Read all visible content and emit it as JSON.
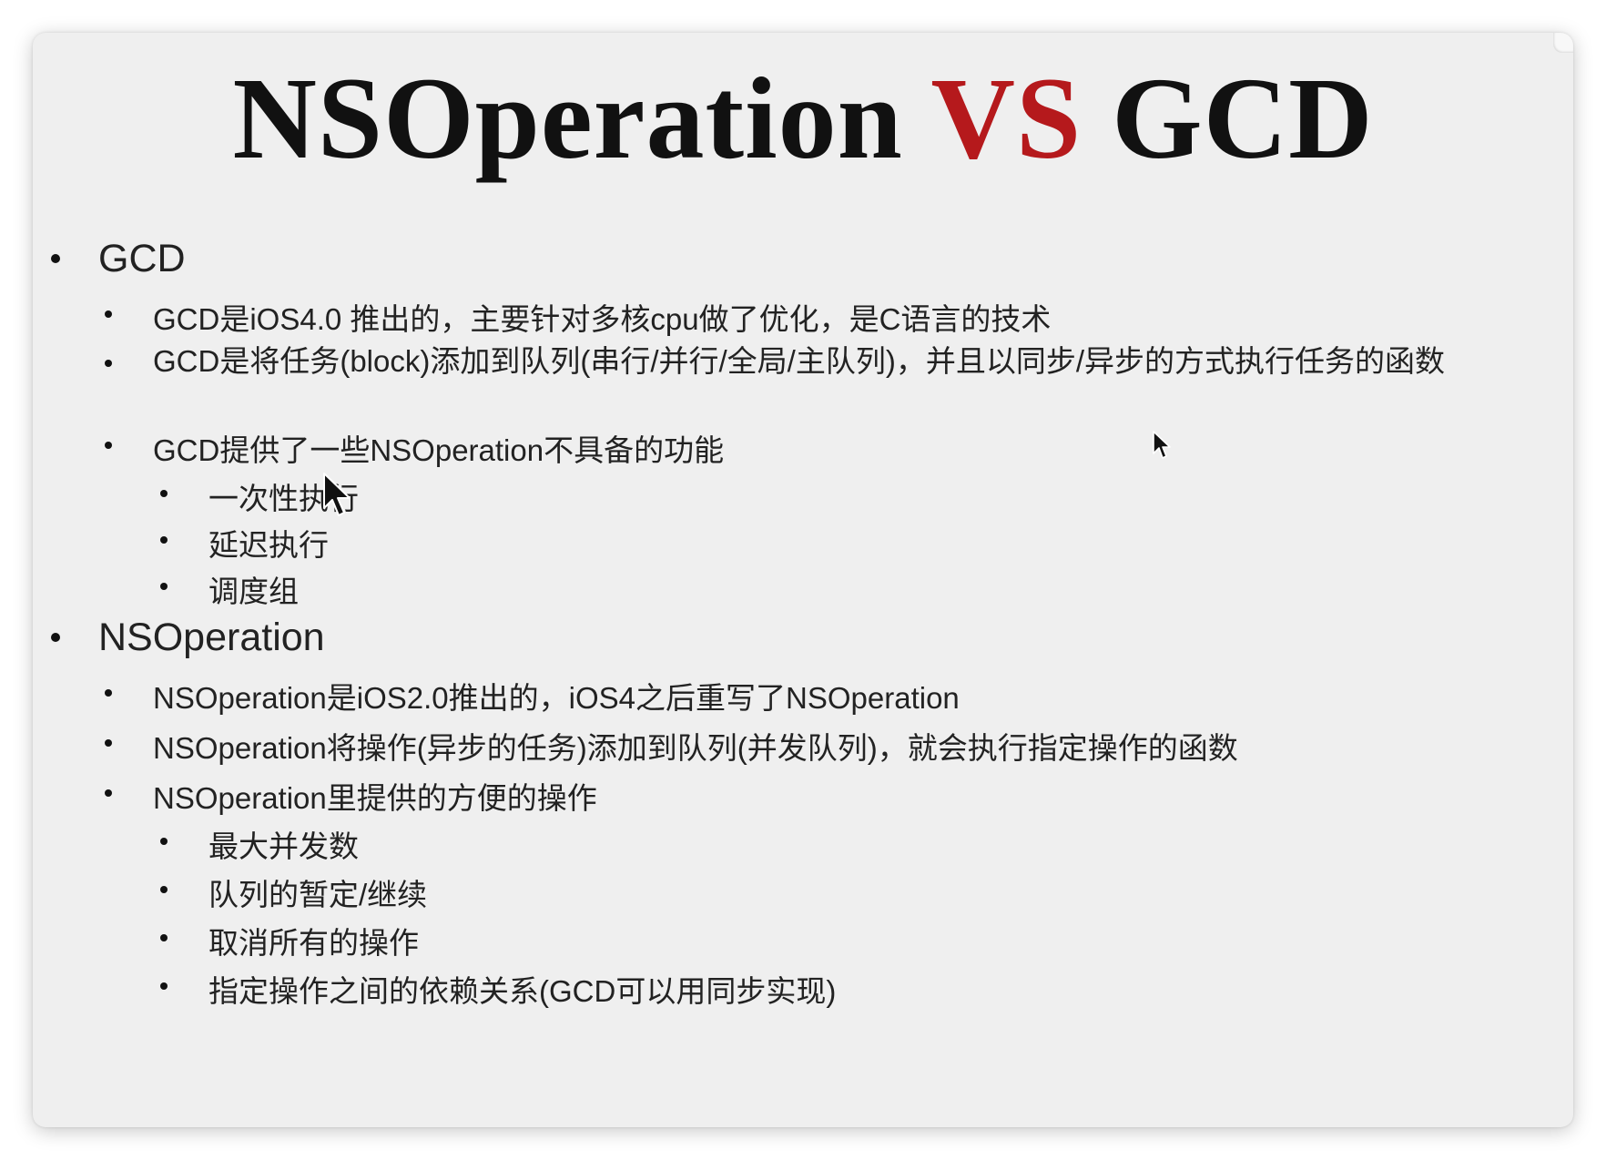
{
  "slide": {
    "title_part1": "NSOperation",
    "title_vs": "VS",
    "title_part2": "GCD",
    "accent_color": "#b5191c"
  },
  "sections": {
    "gcd": {
      "heading": "GCD",
      "items": [
        "GCD是iOS4.0 推出的，主要针对多核cpu做了优化，是C语言的技术",
        "GCD是将任务(block)添加到队列(串行/并行/全局/主队列)，并且以同步/异步的方式执行任务的函数",
        "GCD提供了一些NSOperation不具备的功能"
      ],
      "subitems": [
        "一次性执行",
        "延迟执行",
        "调度组"
      ]
    },
    "nsoperation": {
      "heading": "NSOperation",
      "items": [
        "NSOperation是iOS2.0推出的，iOS4之后重写了NSOperation",
        "NSOperation将操作(异步的任务)添加到队列(并发队列)，就会执行指定操作的函数",
        "NSOperation里提供的方便的操作"
      ],
      "subitems": [
        "最大并发数",
        "队列的暂定/继续",
        "取消所有的操作",
        "指定操作之间的依赖关系(GCD可以用同步实现)"
      ]
    }
  },
  "icons": {
    "cursor": "mouse-pointer-icon"
  }
}
